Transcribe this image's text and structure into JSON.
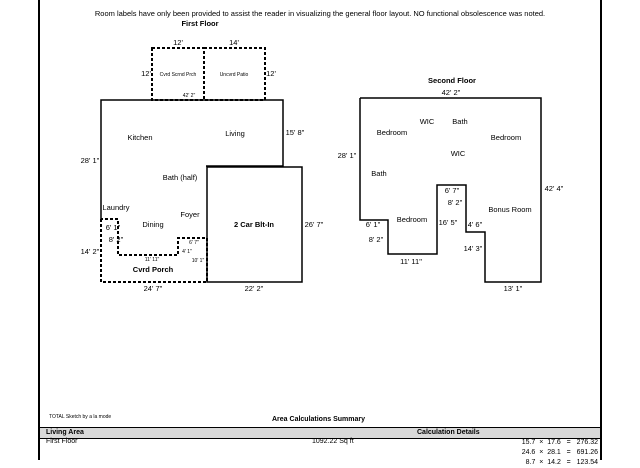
{
  "note": "Room labels have only been provided to assist the reader in visualizing the general floor layout. NO functional obsolescence was noted.",
  "first_floor": {
    "title": "First Floor",
    "rooms": {
      "cvrd_scrnd_prch": "Cvrd Scrnd Prch",
      "uncvrd_patio": "Uncvrd Patio",
      "kitchen": "Kitchen",
      "living": "Living",
      "bath_half": "Bath (half)",
      "laundry": "Laundry",
      "dining": "Dining",
      "foyer": "Foyer",
      "garage": "2 Car Blt-In",
      "cvrd_porch": "Cvrd Porch"
    },
    "dims": {
      "prch_w": "12'",
      "patio_w": "14'",
      "prch_h": "12'",
      "patio_h": "12'",
      "deck_w": "42' 2\"",
      "living_h": "15' 8\"",
      "left_h": "28' 1\"",
      "porch_h": "14' 2\"",
      "porch_w": "24' 7\"",
      "garage_w": "22' 2\"",
      "garage_h": "26' 7\"",
      "step_a": "6' 1\"",
      "step_b": "8' 2\"",
      "porch_inner_w": "11' 11\"",
      "porch_notch_a": "6' 7\"",
      "porch_notch_b": "4' 1\"",
      "porch_notch_c": "10' 1\""
    }
  },
  "second_floor": {
    "title": "Second Floor",
    "rooms": {
      "bedroom1": "Bedroom",
      "wic1": "WIC",
      "bath1": "Bath",
      "bedroom2": "Bedroom",
      "wic2": "WIC",
      "bath2": "Bath",
      "bedroom3": "Bedroom",
      "bonus": "Bonus Room"
    },
    "dims": {
      "top_w": "42' 2\"",
      "left_h": "28' 1\"",
      "right_h": "42' 4\"",
      "step_a": "6' 1\"",
      "step_b": "8' 2\"",
      "bottom_mid": "11' 11\"",
      "notch_w": "6' 7\"",
      "notch_h": "8' 2\"",
      "notch_side": "16' 5\"",
      "step_c": "4' 6\"",
      "step_d": "14' 3\"",
      "bottom_right": "13' 1\""
    }
  },
  "footer": {
    "source": "TOTAL Sketch by a la mode",
    "summary_title": "Area Calculations Summary",
    "col_living_area": "Living Area",
    "col_calc_details": "Calculation Details",
    "row_label": "First Floor",
    "row_sqft": "1092.22 Sq ft",
    "calc_lines": [
      "15.7  ×  17.6   =   276.32",
      "24.6  ×  28.1   =   691.26",
      "8.7  ×  14.2   =   123.54"
    ]
  }
}
